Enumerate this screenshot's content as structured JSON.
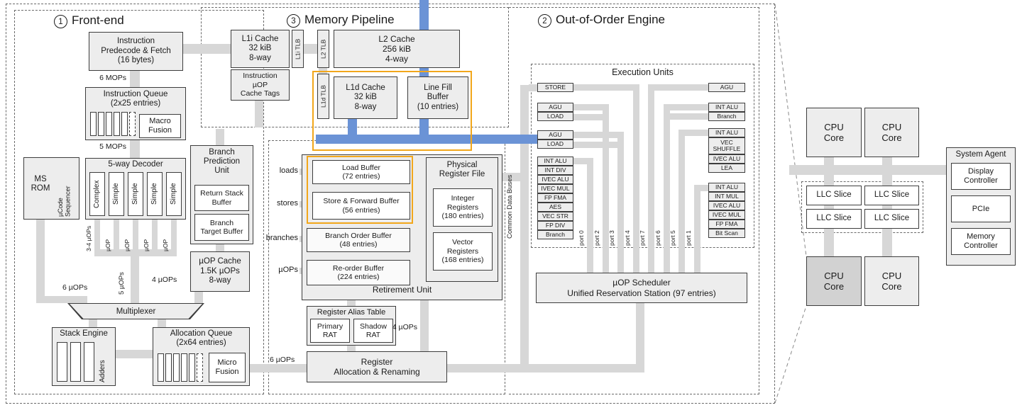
{
  "titles": {
    "frontend_num": "1",
    "frontend": "Front-end",
    "memory_num": "3",
    "memory": "Memory Pipeline",
    "ooo_num": "2",
    "ooo": "Out-of-Order Engine"
  },
  "frontend": {
    "predecode": "Instruction\nPredecode & Fetch\n(16 bytes)",
    "mops6": "6 MOPs",
    "iq_title": "Instruction Queue\n(2x25 entries)",
    "macro_fusion": "Macro\nFusion",
    "mops5": "5 MOPs",
    "decoder_title": "5-way Decoder",
    "decoders": [
      "Complex",
      "Simple",
      "Simple",
      "Simple",
      "Simple"
    ],
    "msrom": "MS\nROM",
    "ucode_sequencer": "µCode\nSequencer",
    "decode_out": [
      "3-4 µOPs",
      "µOP",
      "µOP",
      "µOP",
      "µOP"
    ],
    "uops5": "5 µOPs",
    "uops6": "6 µOPs",
    "uops4": "4 µOPs",
    "multiplexer": "Multiplexer",
    "stack_engine": "Stack Engine",
    "adders": "Adders",
    "alloc_queue": "Allocation Queue\n(2x64 entries)",
    "micro_fusion": "Micro\nFusion",
    "bpu": "Branch\nPrediction\nUnit",
    "return_stack_buffer": "Return Stack\nBuffer",
    "branch_target_buffer": "Branch\nTarget Buffer",
    "uop_cache": "µOP Cache\n1.5K µOPs\n8-way"
  },
  "memory": {
    "l1i": "L1i Cache\n32 kiB\n8-way",
    "l1i_tlb": "L1i TLB",
    "l2_tlb": "L2 TLB",
    "l2": "L2 Cache\n256 kiB\n4-way",
    "uop_tags": "Instruction\nµOP\nCache Tags",
    "l1d_tlb": "L1d TLB",
    "l1d": "L1d Cache\n32 kiB\n8-way",
    "line_fill": "Line Fill\nBuffer\n(10 entries)"
  },
  "middle": {
    "loads": "loads",
    "stores": "stores",
    "branches": "branches",
    "uops": "µOPs",
    "load_buffer": "Load Buffer\n(72 entries)",
    "store_buffer": "Store & Forward Buffer\n(56 entries)",
    "branch_order_buffer": "Branch Order Buffer\n(48 entries)",
    "reorder_buffer": "Re-order Buffer\n(224 entries)",
    "retirement": "Retirement Unit",
    "prf": "Physical\nRegister File",
    "int_regs": "Integer\nRegisters\n(180 entries)",
    "vec_regs": "Vector\nRegisters\n(168 entries)",
    "rat": "Register Alias Table",
    "primary_rat": "Primary\nRAT",
    "shadow_rat": "Shadow\nRAT",
    "uops4": "4 µOPs",
    "uops6": "6 µOPs",
    "reg_alloc": "Register\nAllocation & Renaming"
  },
  "ooo": {
    "exec_title": "Execution Units",
    "cdb": "Common Data Buses",
    "scheduler": "µOP Scheduler\nUnified Reservation Station (97 entries)",
    "store": "STORE",
    "agu1": "AGU",
    "load1": "LOAD",
    "agu2": "AGU",
    "load2": "LOAD",
    "port0_stack": [
      "INT ALU",
      "INT DIV",
      "IVEC ALU",
      "IVEC MUL",
      "FP FMA",
      "AES",
      "VEC STR",
      "FP DIV",
      "Branch"
    ],
    "agu_r": "AGU",
    "port6_stack": [
      "INT ALU",
      "Branch"
    ],
    "port5_stack": [
      "INT ALU",
      "VEC\nSHUFFLE",
      "IVEC ALU",
      "LEA"
    ],
    "port1_stack": [
      "INT ALU",
      "INT MUL",
      "IVEC ALU",
      "IVEC MUL",
      "FP FMA",
      "Bit Scan"
    ],
    "ports": [
      "port 0",
      "port 2",
      "port 3",
      "port 4",
      "port 7",
      "port 6",
      "port 5",
      "port 1"
    ]
  },
  "chip": {
    "core": "CPU\nCore",
    "llc": "LLC Slice",
    "system_agent": "System Agent",
    "display": "Display\nController",
    "pcie": "PCIe",
    "memory_controller": "Memory\nController"
  },
  "colors": {
    "bus_gray": "#d7d7d7",
    "bus_blue": "#6b93d6",
    "highlight": "#f2a71b"
  }
}
